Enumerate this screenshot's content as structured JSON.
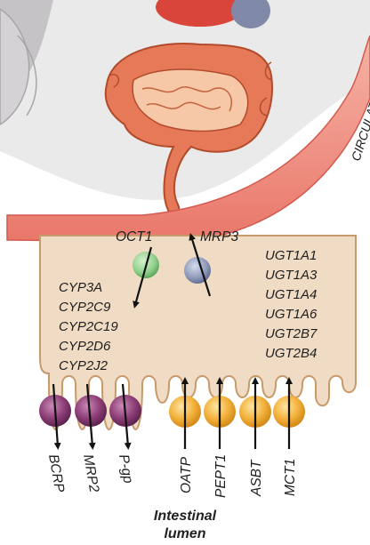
{
  "vessel_label": "CIRCULATING BL",
  "basolateral_transporters": {
    "oct1": "OCT1",
    "mrp3": "MRP3"
  },
  "cyp_enzymes": [
    "CYP3A",
    "CYP2C9",
    "CYP2C19",
    "CYP2D6",
    "CYP2J2"
  ],
  "ugt_enzymes": [
    "UGT1A1",
    "UGT1A3",
    "UGT1A4",
    "UGT1A6",
    "UGT2B7",
    "UGT2B4"
  ],
  "efflux_transporters": [
    "BCRP",
    "MRP2",
    "P-gp"
  ],
  "uptake_transporters": [
    "OATP",
    "PEPT1",
    "ASBT",
    "MCT1"
  ],
  "lumen_label": [
    "Intestinal",
    "lumen"
  ],
  "colors": {
    "cell": "#f0dcc4",
    "cell_outline": "#c79a6c",
    "blood_vessel": "#ef8a7c",
    "oct1_green": "#8fcf8a",
    "mrp3_blue": "#8d98b8",
    "efflux_purple": "#8e3f77",
    "uptake_orange": "#f3b13c"
  }
}
